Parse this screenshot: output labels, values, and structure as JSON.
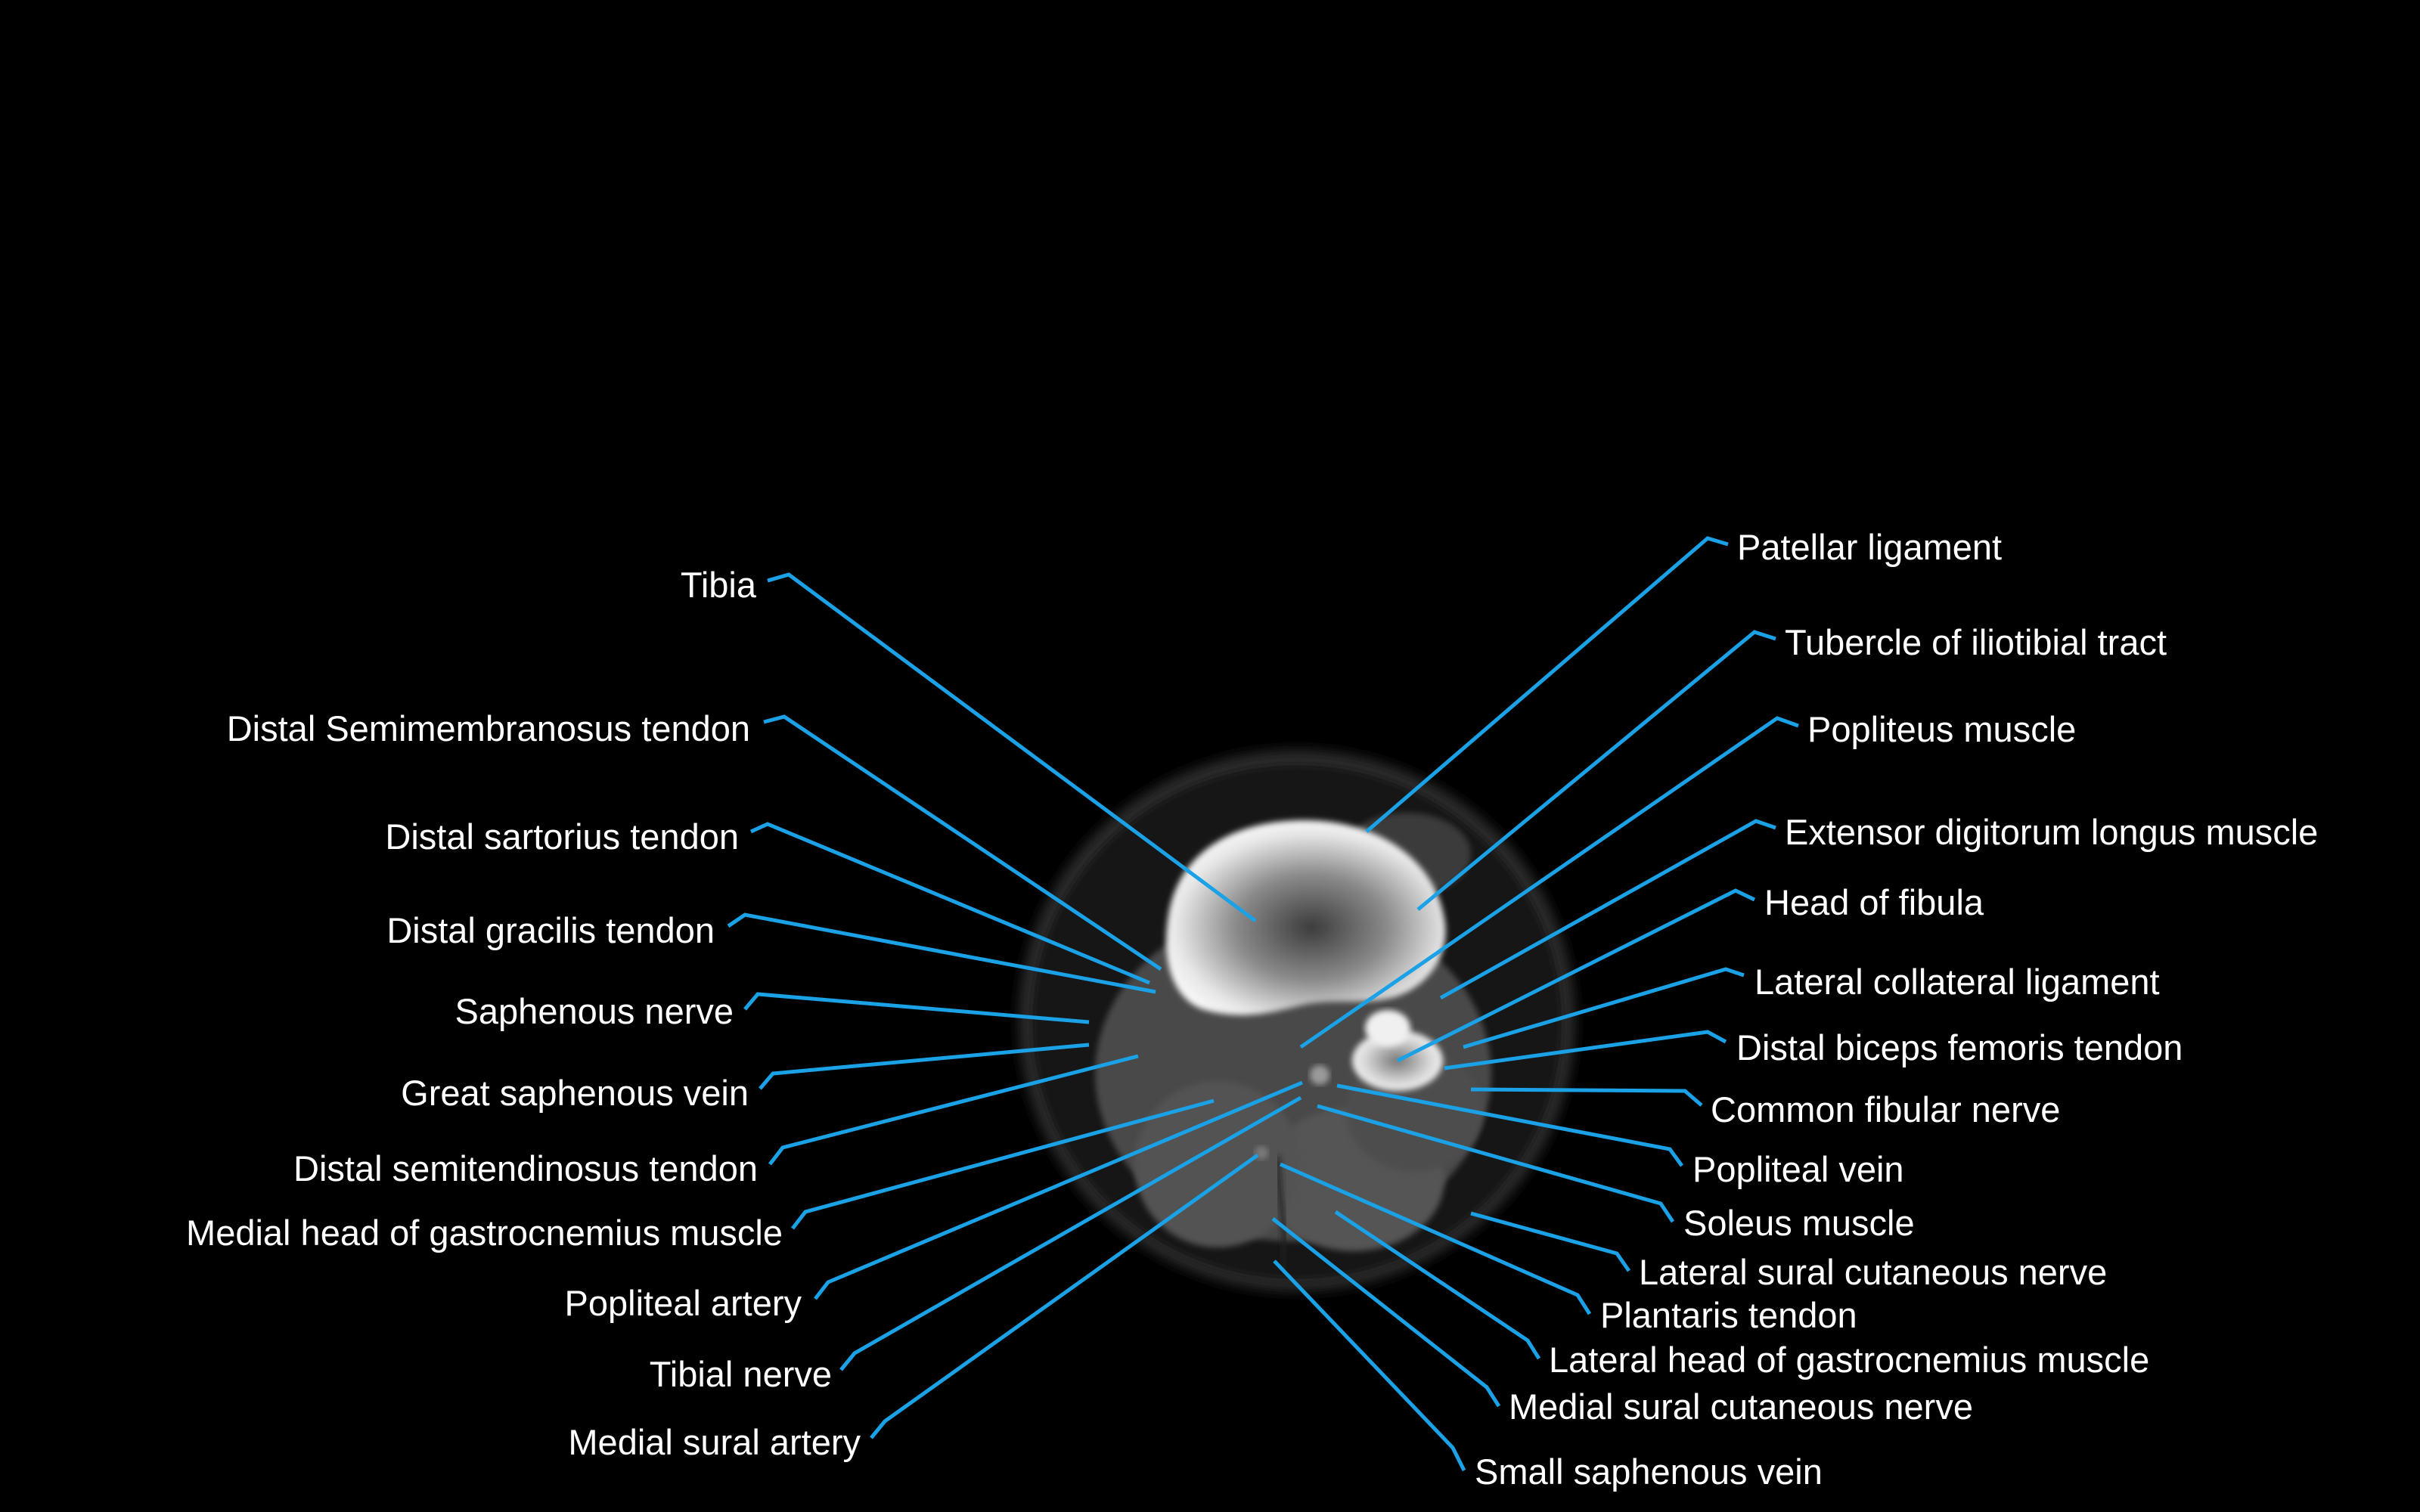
{
  "colors": {
    "background": "#000000",
    "leader_line": "#1aa1e6",
    "label_text": "#ffffff"
  },
  "image": {
    "modality": "CT",
    "plane": "axial",
    "region": "proximal lower leg (knee level)"
  },
  "labels_left": [
    "Tibia",
    "Distal Semimembranosus tendon",
    "Distal sartorius tendon",
    "Distal gracilis tendon",
    "Saphenous nerve",
    "Great saphenous vein",
    "Distal semitendinosus tendon",
    "Medial head of gastrocnemius muscle",
    "Popliteal artery",
    "Tibial nerve",
    "Medial sural artery"
  ],
  "labels_right": [
    "Patellar ligament",
    "Tubercle of iliotibial tract",
    "Popliteus muscle",
    "Extensor digitorum longus muscle",
    "Head of fibula",
    "Lateral collateral ligament",
    "Distal  biceps femoris tendon",
    "Common fibular nerve",
    "Popliteal vein",
    "Soleus muscle",
    "Lateral sural cutaneous nerve",
    "Plantaris tendon",
    "Lateral head of gastrocnemius muscle",
    "Medial sural cutaneous nerve",
    "Small saphenous vein"
  ]
}
